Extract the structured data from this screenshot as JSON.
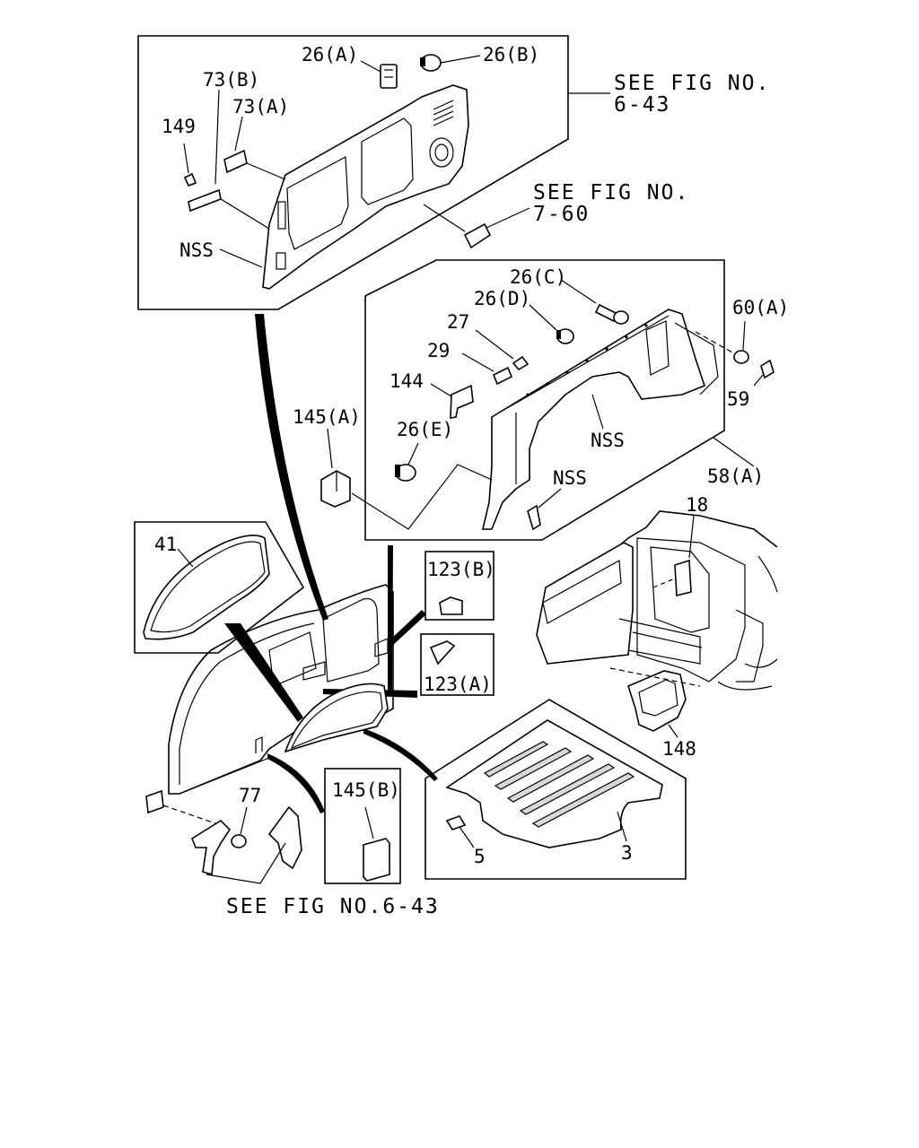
{
  "callouts": {
    "c26a": "26(A)",
    "c26b": "26(B)",
    "c73b": "73(B)",
    "c73a": "73(A)",
    "c149": "149",
    "nss1": "NSS",
    "seefig643_top_1": "SEE FIG NO.",
    "seefig643_top_2": "6-43",
    "seefig760_1": "SEE FIG NO.",
    "seefig760_2": "7-60",
    "c26c": "26(C)",
    "c26d": "26(D)",
    "c27": "27",
    "c29": "29",
    "c144": "144",
    "c145a": "145(A)",
    "c26e": "26(E)",
    "c60a": "60(A)",
    "c59": "59",
    "nss2": "NSS",
    "nss3": "NSS",
    "c58a": "58(A)",
    "c41": "41",
    "c123b": "123(B)",
    "c123a": "123(A)",
    "c18": "18",
    "c148": "148",
    "c145b": "145(B)",
    "c77": "77",
    "c5": "5",
    "c3": "3",
    "seefig643_bottom": "SEE FIG NO.6-43"
  }
}
